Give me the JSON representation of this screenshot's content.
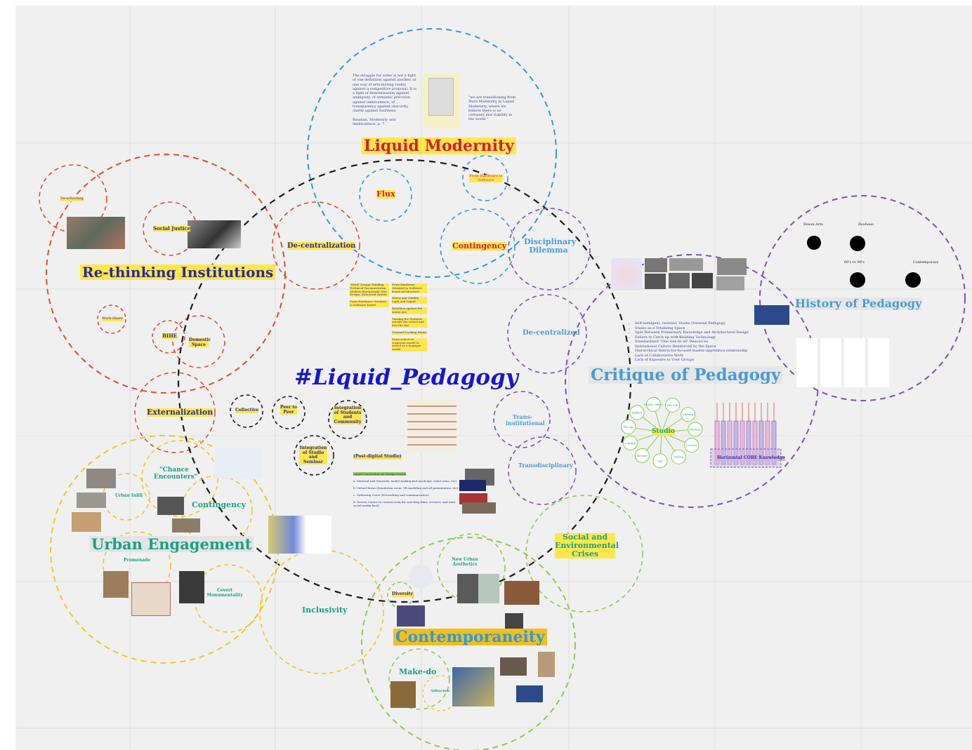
{
  "title": "#Liquid_Pedagogy",
  "colors": {
    "orange": "#e84b2a",
    "blue": "#2d9ae0",
    "purple": "#7b52b9",
    "yellow": "#f2c623",
    "green": "#8ccc4a",
    "black": "#1a1a1a",
    "highlight": "#ffe74a",
    "teal": "#17a386",
    "titleBlue": "#1717d0",
    "critBlue": "#4a9bd6"
  },
  "headings": {
    "liquid_modernity": "Liquid Modernity",
    "rethinking": "Re-thinking Institutions",
    "critique": "Critique of Pedagogy",
    "history": "History of Pedagogy",
    "urban": "Urban Engagement",
    "contemporaneity": "Contemporaneity"
  },
  "labels": {
    "flux": "Flux",
    "hard_soft": "From Hardware to Software",
    "contingency_blue": "Contingency",
    "decentralization": "De-centralization",
    "deschooling": "De-schooling",
    "social_justice": "Social Justice",
    "work_share": "Work-Share",
    "bihe": "BIHE",
    "domestic": "Domestic Space",
    "externalization": "Externalization",
    "disciplinary": "Disciplinary Dilemma",
    "decentralized": "De-centralized",
    "trans_inst": "Trans-institutional",
    "transdisc": "Transdisciplinary",
    "collective": "Collective",
    "peer": "Peer to Peer",
    "integration_students": "Integration of Students and Community",
    "integration_studio": "Integration of Studio and Seminar",
    "chance": "\"Chance Encounters\"",
    "urban_infill": "Urban Infill",
    "contingency_green": "Contingency",
    "promenade": "Promenade",
    "covert": "Covert Monumentality",
    "inclusivity": "Inclusivity",
    "new_urban": "New Urban Aesthetics",
    "diversity": "Diversity",
    "social_env": "Social and Environmental Crises",
    "make_do": "Make-do",
    "adhocism": "Adhocism",
    "beaux": "Beaux Arts",
    "bauhaus": "Bauhaus",
    "sixties": "60's to 90's",
    "contemporary": "Contemporary",
    "studio": "Studio",
    "horizontal": "Horizontal CORE Knowledge",
    "post_digital": "(Post-digital Studio)"
  },
  "quotes": {
    "bauman": "The struggle for order is not a fight of one definition against another, of one way of articulating reality against a competitive proposal. It is a fight of determination against ambiguity, of semantic precision against ambivalence, of transparency against obscurity, clarity against fuzziness.",
    "bauman_cite": "Bauman, Modernity and Ambivalence, p. 7.",
    "hard_soft_quote": "\"we are transitioning from Hard Modernity to Liquid Modernity, where we believe there is no certainty and stability in the world.\""
  },
  "critique_points": [
    "Self-indulgent, Isolated, Studio Oriented Pedagogy",
    "Studio as a Totalizing Space",
    "Split Between Preliminary Knowledge and Architectural Design",
    "Failure to Catch up with Building Technology",
    "Standardized \"One size fit all\" Resources",
    "Institutional Culture Reinforced by the Space",
    "Hierarchical Instructor-focused master-apprentice relationship",
    "Lack of Collaborative Work",
    "Lack of Exposure to User Groups"
  ],
  "studio_spokes": [
    "Library",
    "Kitchen",
    "Lecture",
    "Virtual",
    "Lab",
    "Review",
    "Lounge",
    "Pin-up",
    "Gallery",
    "Studio Office",
    "Lab Lab"
  ],
  "mid_notes_left": [
    "\"Hard\" Design Thinking Technical Documentation Modern Bureaucratic Site Design, Structural Syntax",
    "From Hardware Oriented to Software based"
  ],
  "mid_notes_right": [
    "From Hardware Oriented to Software based Architecture",
    "Heavy and Solidity Light and Liquid",
    "Rebellion against the status quo",
    "Turning the Students outside the school and into the site",
    "Outward Looking Studio",
    "From school as corporate model to school as a boutique model"
  ],
  "post_digital_items": [
    "Liquid Curriculum via Design Search",
    "a. Material Lab (tutorials, model making and mock-ups, robot arms, etc)",
    "b. Virtual Room (Simulation room; VR modeling and all presentation, etc)",
    "c. Gathering Court (Networking and communication)",
    "d. Screen Center (A central room for watching films, lectures, and inter social media feed)"
  ]
}
